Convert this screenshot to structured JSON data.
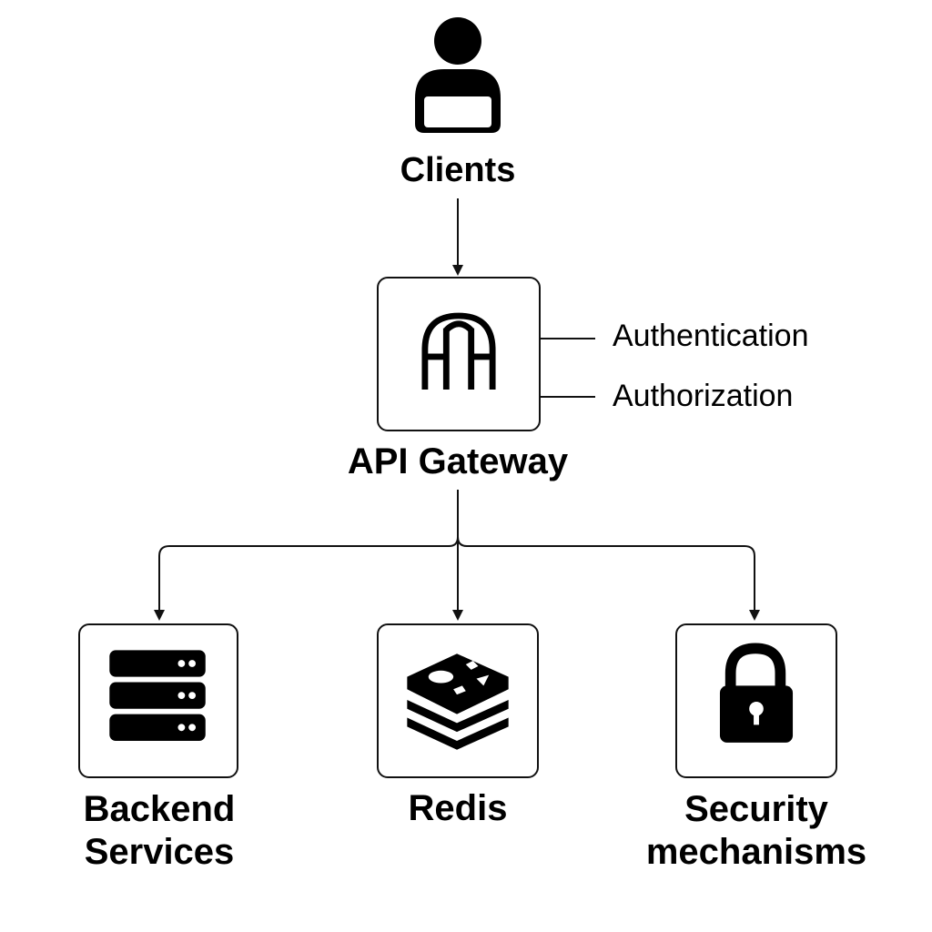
{
  "nodes": {
    "clients": {
      "label": "Clients",
      "icon": "user-laptop-icon"
    },
    "api_gateway": {
      "label": "API Gateway",
      "icon": "gateway-arch-icon"
    },
    "backend": {
      "label_line1": "Backend",
      "label_line2": "Services",
      "icon": "server-stack-icon"
    },
    "redis": {
      "label": "Redis",
      "icon": "redis-cube-icon"
    },
    "security": {
      "label_line1": "Security",
      "label_line2": "mechanisms",
      "icon": "padlock-icon"
    }
  },
  "gateway_features": [
    "Authentication",
    "Authorization"
  ],
  "colors": {
    "stroke": "#111111",
    "fill": "#000000",
    "background": "#ffffff"
  }
}
